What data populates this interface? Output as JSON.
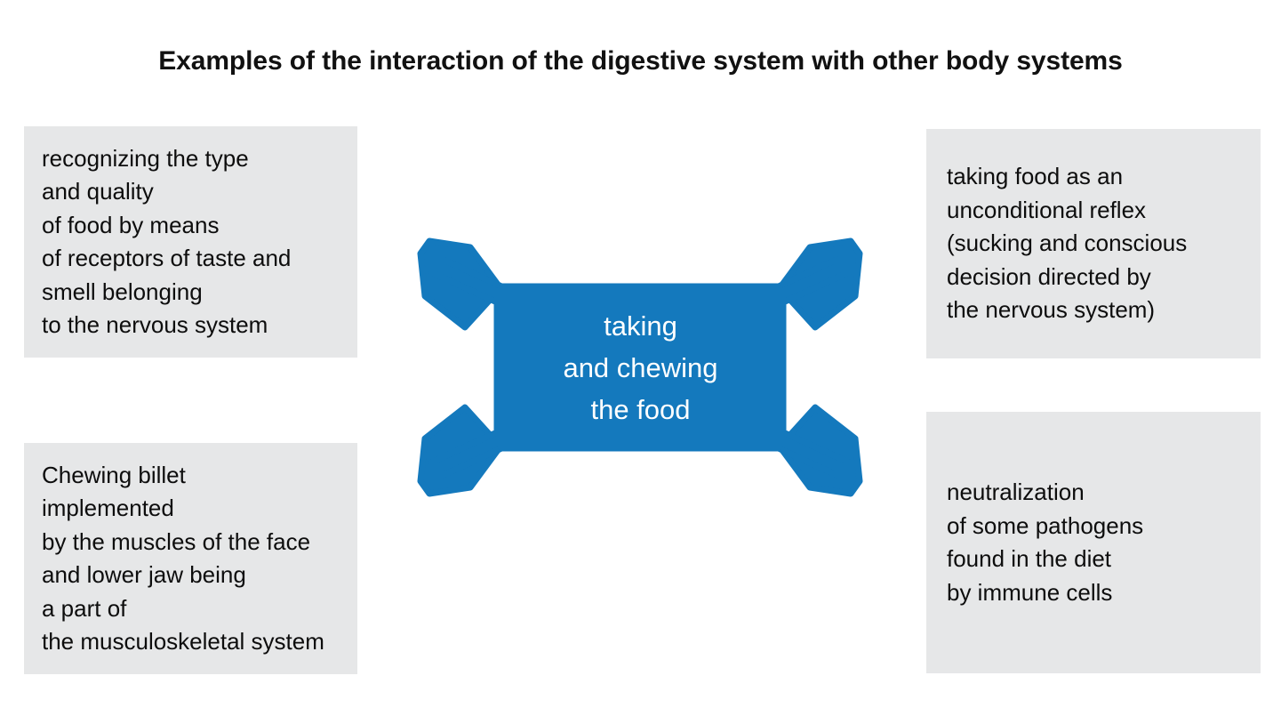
{
  "title": "Examples of the interaction of the digestive system with other body systems",
  "colors": {
    "arrow_blue": "#1479bd",
    "panel_gray": "#e6e7e8",
    "text_dark": "#0d0d0d",
    "center_text": "#ffffff",
    "background": "#ffffff"
  },
  "center": {
    "shape": "four-way-diagonal-arrow",
    "lines": [
      "taking",
      "and chewing",
      "the food"
    ]
  },
  "panels": {
    "top_left": {
      "lines": [
        "recognizing the type",
        "and quality",
        "of food by means",
        "of receptors of taste and",
        "smell belonging",
        "to the nervous system"
      ]
    },
    "bottom_left": {
      "lines": [
        "Chewing billet",
        "implemented",
        "by the muscles of the face",
        "and lower jaw being",
        "a part of",
        "the musculoskeletal system"
      ]
    },
    "top_right": {
      "lines": [
        "taking food as an",
        "unconditional reflex",
        "(sucking and conscious",
        "decision directed by",
        "the nervous system)"
      ]
    },
    "bottom_right": {
      "lines": [
        "neutralization",
        "of some pathogens",
        "found in the diet",
        "by immune cells"
      ]
    }
  }
}
